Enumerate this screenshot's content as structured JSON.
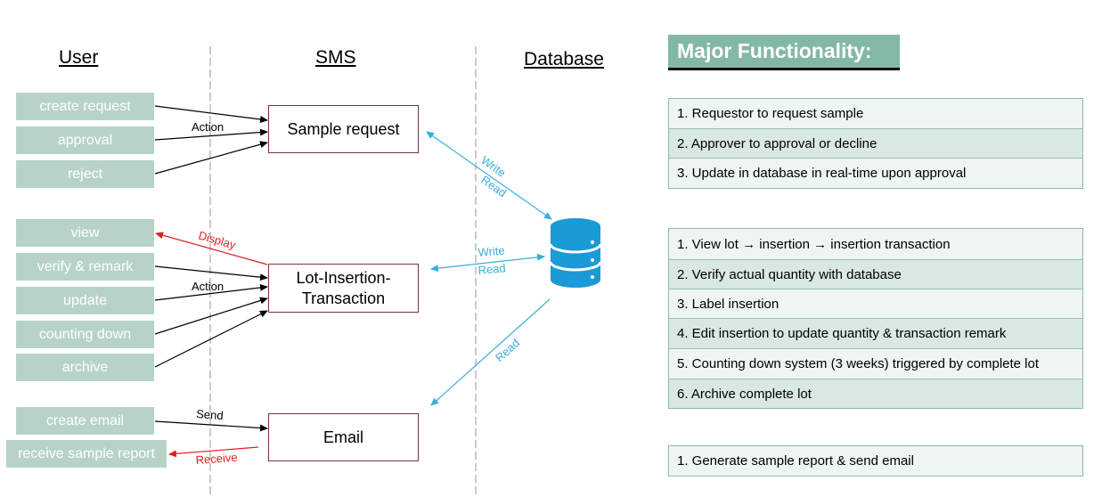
{
  "lanes": {
    "user": "User",
    "sms": "SMS",
    "database": "Database"
  },
  "actors": {
    "create_request": "create request",
    "approval": "approval",
    "reject": "reject",
    "view": "view",
    "verify_remark": "verify & remark",
    "update": "update",
    "counting_down": "counting down",
    "archive": "archive",
    "create_email": "create email",
    "receive_report": "receive sample report"
  },
  "processes": {
    "sample_request": "Sample request",
    "lot_insertion_1": "Lot-Insertion-",
    "lot_insertion_2": "Transaction",
    "email": "Email"
  },
  "edge_labels": {
    "action_1": "Action",
    "display": "Display",
    "action_2": "Action",
    "send": "Send",
    "receive": "Receive",
    "write_1": "Write",
    "read_1": "Read",
    "write_2": "Write",
    "read_2": "Read",
    "read_3": "Read"
  },
  "major": {
    "title": "Major Functionality:",
    "group1": [
      "1. Requestor to request sample",
      "2. Approver to approval or decline",
      "3. Update in database in real-time upon approval"
    ],
    "group2": [
      "1. View lot → insertion → insertion transaction",
      "2. Verify actual quantity with database",
      "3. Label insertion",
      "4. Edit insertion to update quantity & transaction remark",
      "5. Counting down system (3 weeks) triggered by complete lot",
      "6. Archive complete lot"
    ],
    "group3": [
      "1. Generate sample report & send email"
    ]
  },
  "colors": {
    "actor_fill": "#b7d3c8",
    "process_border": "#7a2f3f",
    "db_blue": "#1a9ad6",
    "read_write_arrow": "#3aaed8",
    "display_arrow": "#e02020",
    "title_fill": "#84b8a6"
  },
  "icons": {
    "database": "database-cylinder-icon"
  }
}
